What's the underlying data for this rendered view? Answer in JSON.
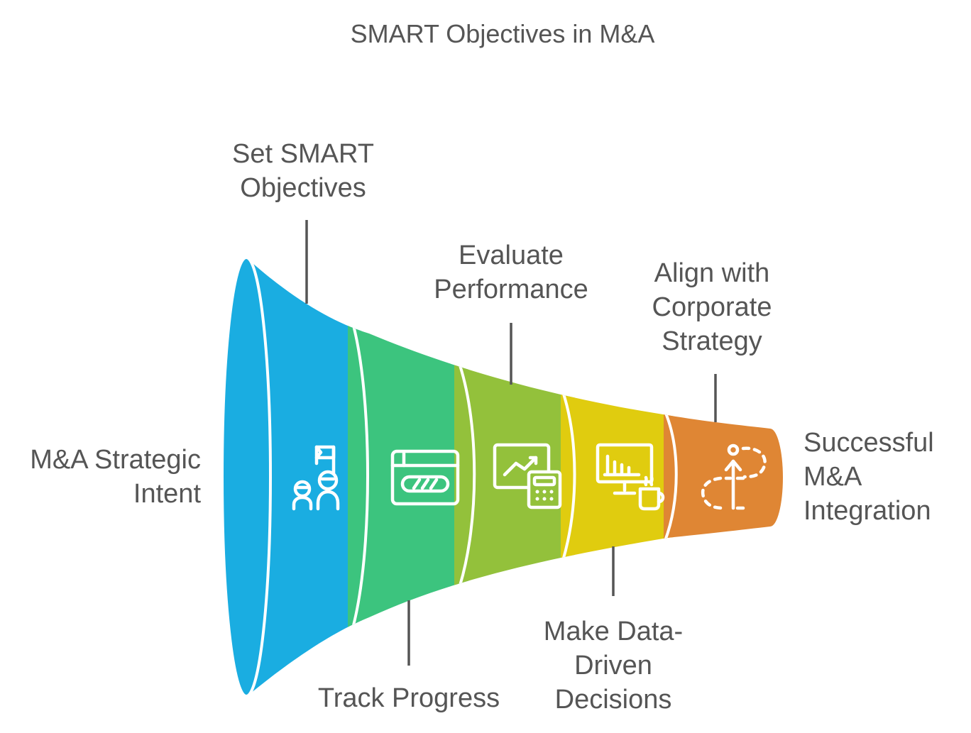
{
  "title": "SMART Objectives in M&A",
  "input_label": [
    "M&A Strategic",
    "Intent"
  ],
  "output_label": [
    "Successful",
    "M&A",
    "Integration"
  ],
  "stages": [
    {
      "label": [
        "Set SMART",
        "Objectives"
      ],
      "color": "#1AADE1",
      "icon": "team-flag-icon"
    },
    {
      "label": [
        "Track Progress"
      ],
      "color": "#3CC47E",
      "icon": "progress-bar-window-icon"
    },
    {
      "label": [
        "Evaluate",
        "Performance"
      ],
      "color": "#93C13B",
      "icon": "chart-calculator-icon"
    },
    {
      "label": [
        "Make Data-",
        "Driven",
        "Decisions"
      ],
      "color": "#E0CC0F",
      "icon": "monitor-chart-coffee-icon"
    },
    {
      "label": [
        "Align with",
        "Corporate",
        "Strategy"
      ],
      "color": "#DF8634",
      "icon": "direction-path-arrow-icon"
    }
  ],
  "colors": {
    "text": "#555555",
    "connector": "#555555",
    "separator": "#ffffff"
  }
}
